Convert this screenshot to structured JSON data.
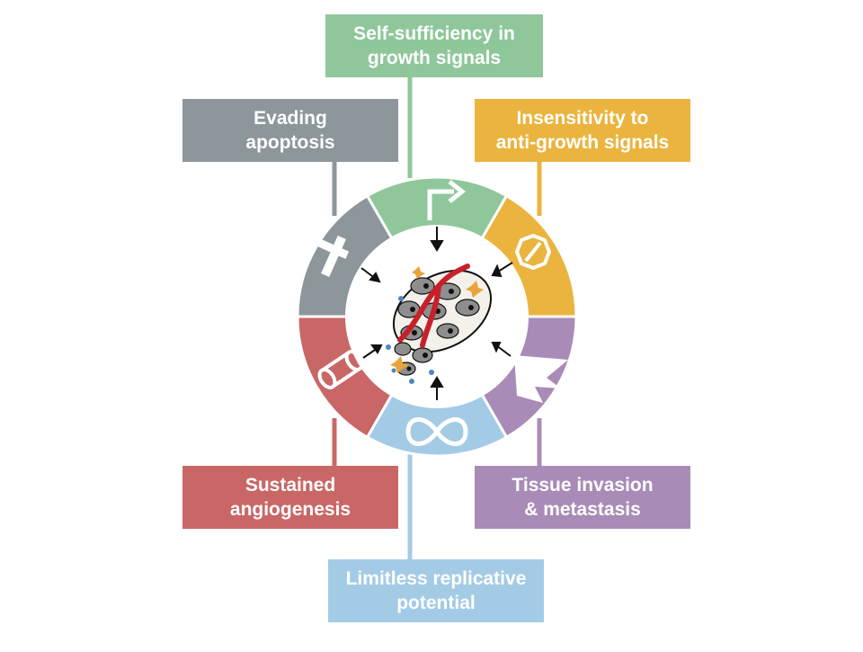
{
  "hallmarks": [
    {
      "id": "growth",
      "label": "Self-sufficiency in\ngrowth signals",
      "color": "#8fc79a",
      "icon": "bent-arrow-icon"
    },
    {
      "id": "antigrowth",
      "label": "Insensitivity to\nanti-growth signals",
      "color": "#eab43e",
      "icon": "no-entry-sign-icon"
    },
    {
      "id": "invasion",
      "label": "Tissue invasion\n& metastasis",
      "color": "#a98bb7",
      "icon": "jagged-edge-icon"
    },
    {
      "id": "limitless",
      "label": "Limitless replicative\npotential",
      "color": "#a4cbe6",
      "icon": "infinity-icon"
    },
    {
      "id": "angio",
      "label": "Sustained\nangiogenesis",
      "color": "#c96766",
      "icon": "vessel-tube-icon"
    },
    {
      "id": "apoptosis",
      "label": "Evading\napoptosis",
      "color": "#8d969b",
      "icon": "cross-icon"
    }
  ]
}
